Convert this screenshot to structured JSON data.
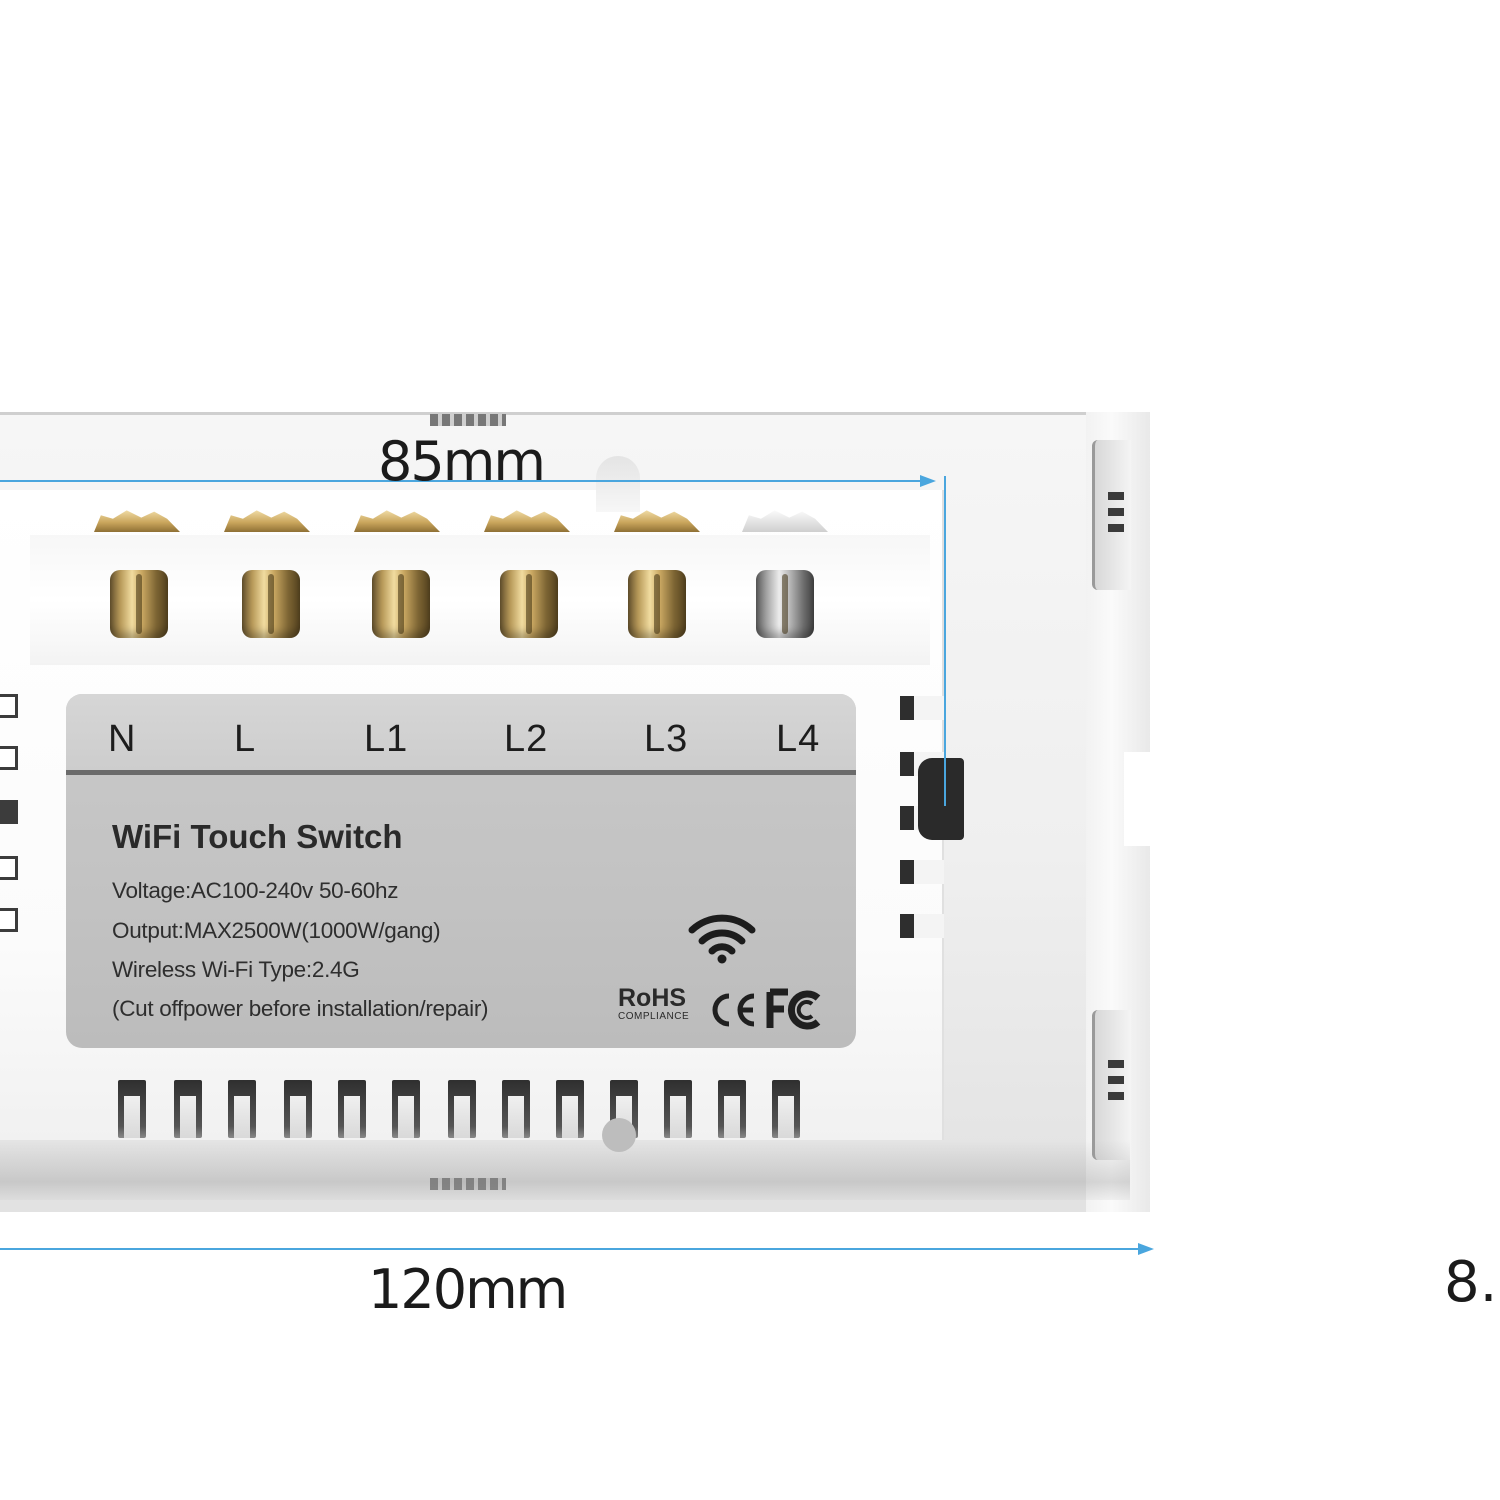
{
  "dimensions": {
    "inner_width": "85mm",
    "outer_width": "120mm",
    "cropped_label": "8."
  },
  "terminals": [
    "N",
    "L",
    "L1",
    "L2",
    "L3",
    "L4"
  ],
  "label": {
    "title": "WiFi Touch Switch",
    "specs": [
      "Voltage:AC100-240v 50-60hz",
      "Output:MAX2500W(1000W/gang)",
      "Wireless Wi-Fi Type:2.4G",
      "(Cut offpower before installation/repair)"
    ],
    "rohs_main": "RoHS",
    "rohs_sub": "COMPLIANCE",
    "marks": [
      "wifi-icon",
      "ce-mark",
      "fcc-mark"
    ]
  },
  "colors": {
    "dimension_line": "#4aa6de",
    "label_background": "#c4c4c4",
    "brass": "#caa862"
  }
}
